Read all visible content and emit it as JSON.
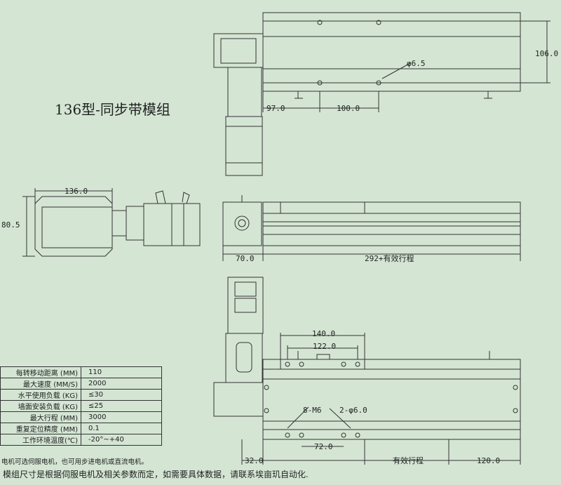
{
  "title": "136型-同步带模组",
  "dimensions": {
    "top_height": "106.0",
    "hole_dia": "φ6.5",
    "top_pitch_a": "97.0",
    "top_pitch_b": "100.0",
    "end_width": "136.0",
    "end_height": "80.5",
    "side_offset": "70.0",
    "side_length": "292+有效行程",
    "carriage_outer": "140.0",
    "carriage_inner": "122.0",
    "m6_label": "8-M6",
    "dowel_label": "2-φ6.0",
    "bottom_left": "32.0",
    "bottom_pitch": "72.0",
    "bottom_stroke": "有效行程",
    "bottom_right": "120.0"
  },
  "specs": [
    {
      "label": "每转移动距离 (MM)",
      "value": "110"
    },
    {
      "label": "最大速度 (MM/S)",
      "value": "2000"
    },
    {
      "label": "水平使用负载 (KG)",
      "value": "≤30"
    },
    {
      "label": "墙面安装负载 (KG)",
      "value": "≤25"
    },
    {
      "label": "最大行程 (MM)",
      "value": "3000"
    },
    {
      "label": "重复定位精度 (MM)",
      "value": "0.1"
    },
    {
      "label": "工作环境温度(℃)",
      "value": "-20°~+40"
    }
  ],
  "notes": "电机可选伺服电机，也可用步进电机或直流电机。",
  "footer": "模组尺寸是根据伺服电机及相关参数而定，如需要具体数据，请联系埃亩玑自动化."
}
